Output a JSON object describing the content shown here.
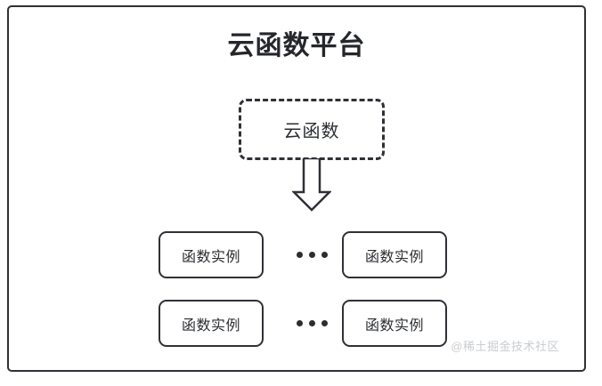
{
  "diagram": {
    "platform": {
      "title": "云函数平台"
    },
    "function_node": {
      "label": "云函数",
      "style": "dashed-rounded-rect"
    },
    "arrow": {
      "name": "down-block-arrow",
      "direction": "down"
    },
    "instance_rows": [
      {
        "left_box_label": "函数实例",
        "ellipsis": "···",
        "right_box_label": "函数实例"
      },
      {
        "left_box_label": "函数实例",
        "ellipsis": "···",
        "right_box_label": "函数实例"
      }
    ],
    "watermark": "@稀土掘金技术社区",
    "colors": {
      "stroke": "#2f3136",
      "text": "#2b2d31",
      "background": "#ffffff",
      "watermark": "#c9ccd1"
    }
  }
}
